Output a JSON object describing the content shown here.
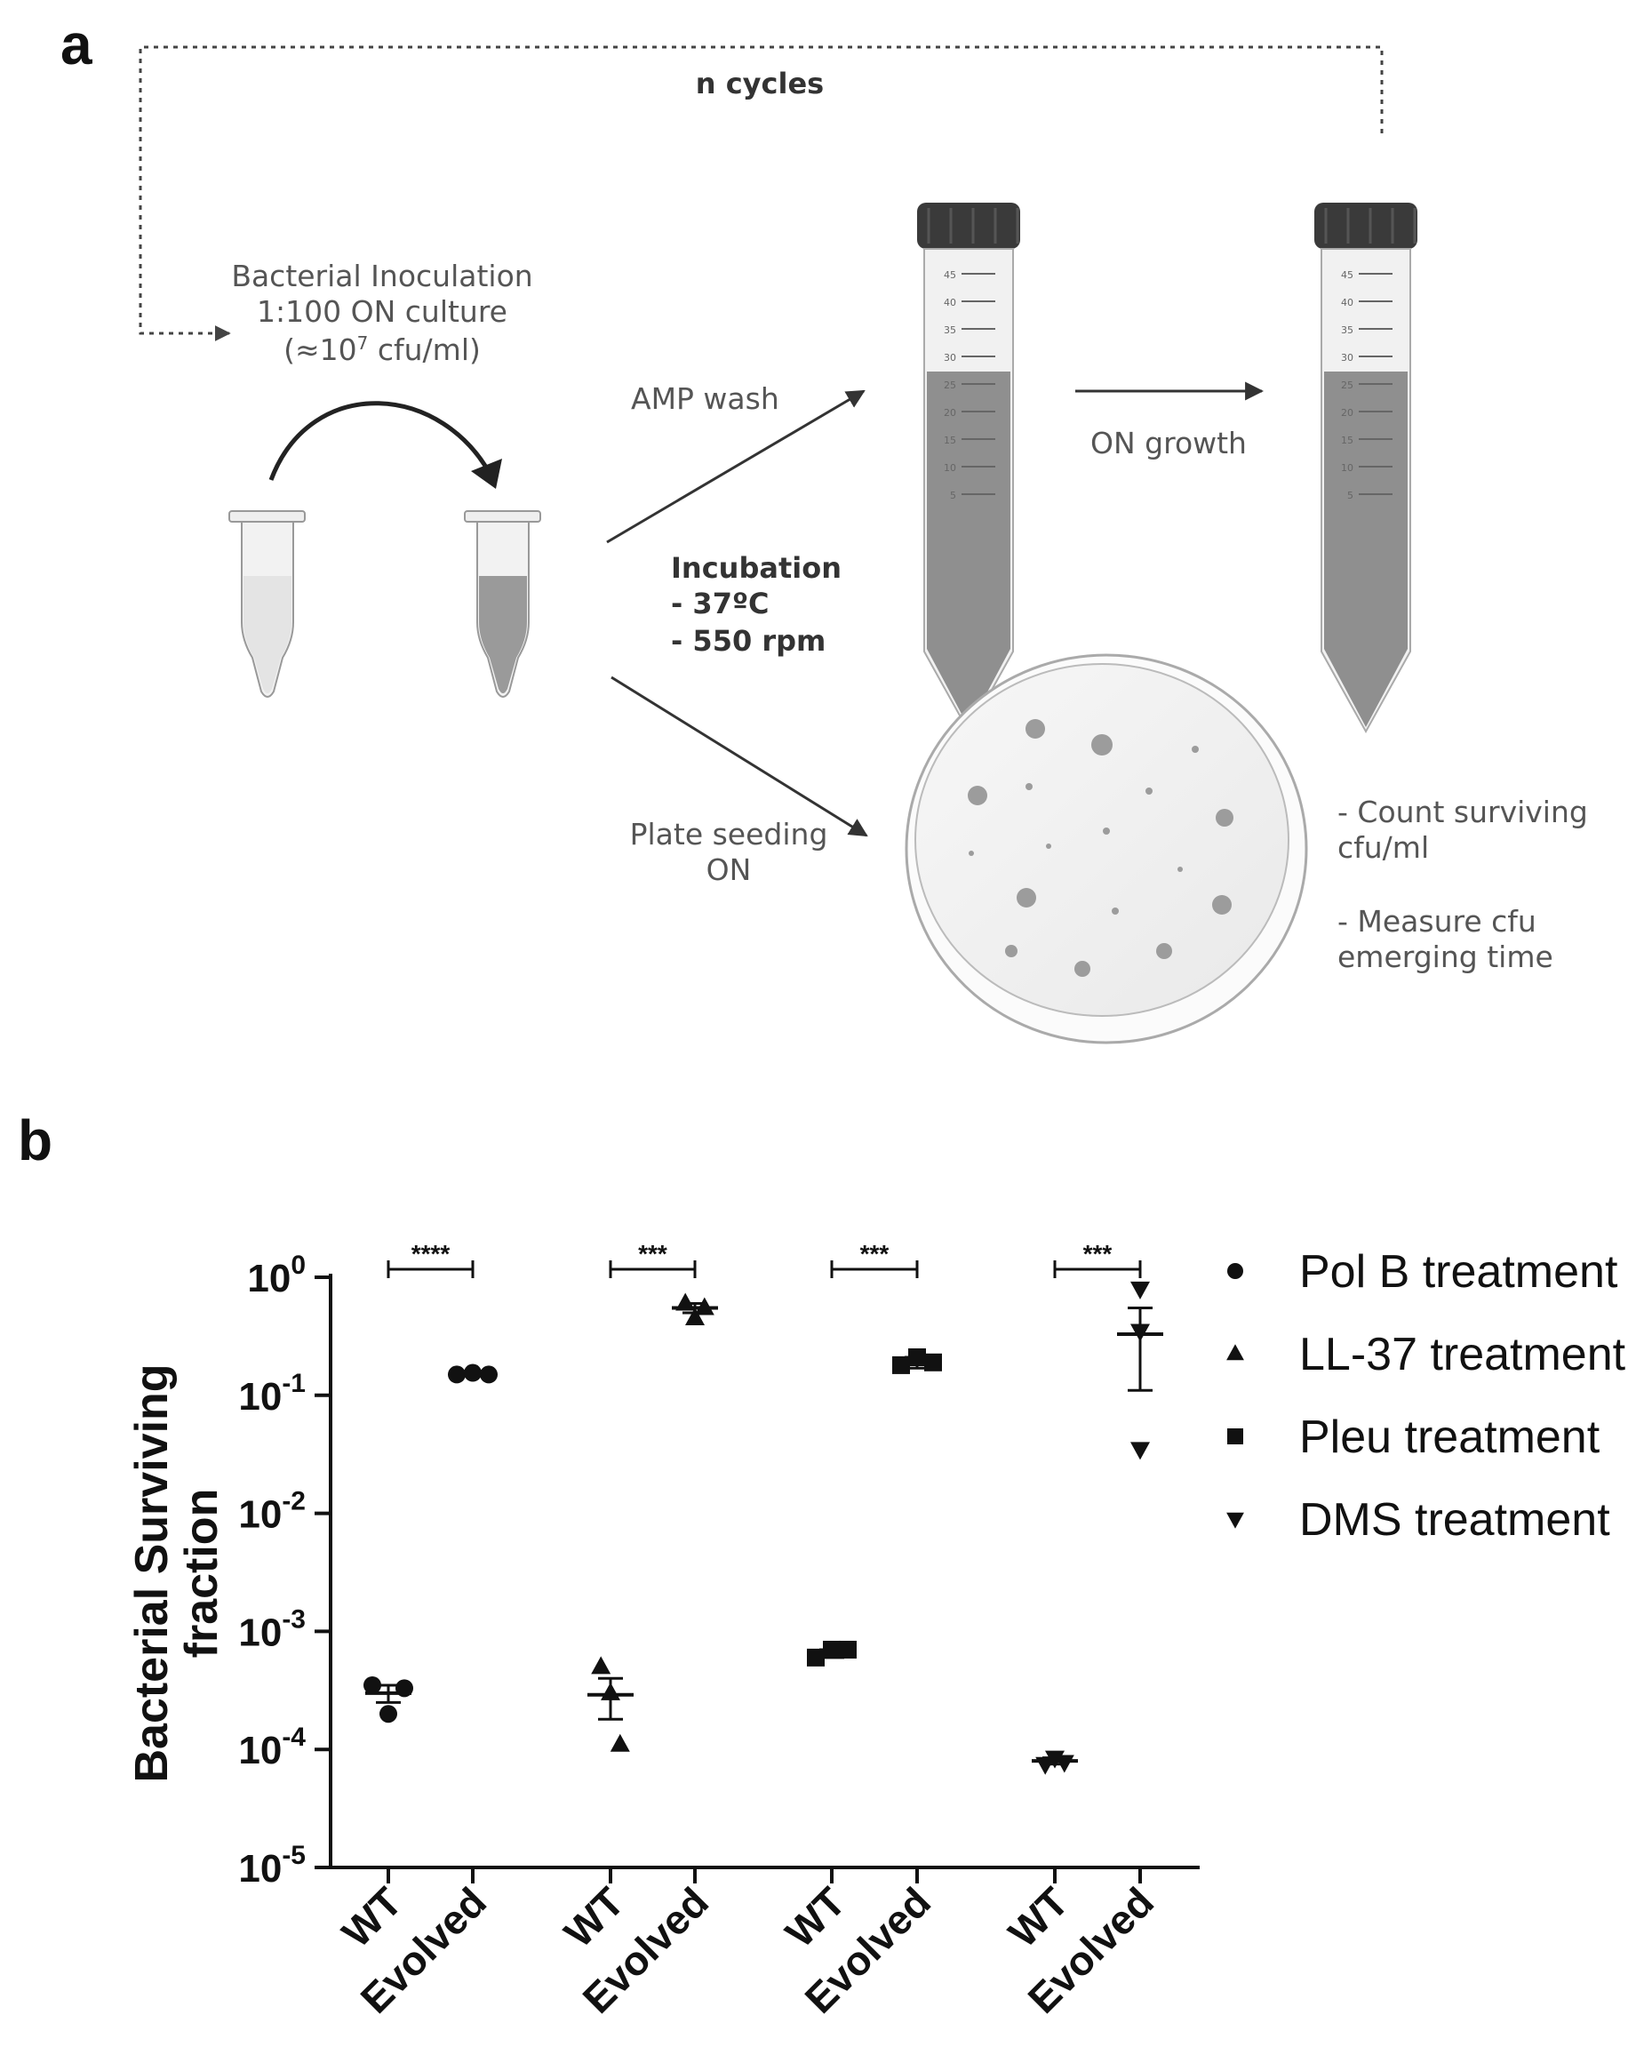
{
  "panel_a": {
    "letter": "a",
    "cycle_label": "n cycles",
    "inoculation": [
      "Bacterial Inoculation",
      "1:100 ON culture",
      "(≈10",
      "7",
      " cfu/ml)"
    ],
    "amp_wash": "AMP wash",
    "on_growth": "ON growth",
    "incubation": [
      "Incubation",
      "- 37ºC",
      "- 550 rpm"
    ],
    "plate_seeding": [
      "Plate seeding",
      "ON"
    ],
    "count_notes": [
      "- Count surviving",
      "cfu/ml",
      "- Measure cfu",
      "emerging time"
    ],
    "tube_scale": [
      "45",
      "40",
      "35",
      "30",
      "25",
      "20",
      "15",
      "10",
      "5"
    ]
  },
  "panel_b": {
    "letter": "b",
    "chart_data": {
      "type": "scatter",
      "ylabel": "Bacterial Surviving fraction",
      "yscale": "log",
      "ylim": [
        1e-05,
        1
      ],
      "y_ticks": [
        {
          "base": "10",
          "exp": "0",
          "value": 1
        },
        {
          "base": "10",
          "exp": "-1",
          "value": 0.1
        },
        {
          "base": "10",
          "exp": "-2",
          "value": 0.01
        },
        {
          "base": "10",
          "exp": "-3",
          "value": 0.001
        },
        {
          "base": "10",
          "exp": "-4",
          "value": 0.0001
        },
        {
          "base": "10",
          "exp": "-5",
          "value": 1e-05
        }
      ],
      "categories": [
        "WT",
        "Evolved",
        "WT",
        "Evolved",
        "WT",
        "Evolved",
        "WT",
        "Evolved"
      ],
      "legend_position": "right",
      "series": [
        {
          "name": "Pol B treatment",
          "marker": "circle",
          "groups": [
            {
              "x": 0,
              "points": [
                0.00035,
                0.0002,
                0.00033
              ],
              "mean": 0.0003,
              "err": [
                0.00025,
                0.00035
              ]
            },
            {
              "x": 1,
              "points": [
                0.15,
                0.155,
                0.15
              ],
              "mean": 0.152,
              "err": [
                0.148,
                0.157
              ]
            }
          ]
        },
        {
          "name": "LL-37 treatment",
          "marker": "triangle-up",
          "groups": [
            {
              "x": 2,
              "points": [
                0.0005,
                0.0003,
                0.00011
              ],
              "mean": 0.00029,
              "err": [
                0.00018,
                0.0004
              ]
            },
            {
              "x": 3,
              "points": [
                0.6,
                0.45,
                0.55
              ],
              "mean": 0.55,
              "err": [
                0.5,
                0.6
              ]
            }
          ]
        },
        {
          "name": "Pleu treatment",
          "marker": "square",
          "groups": [
            {
              "x": 4,
              "points": [
                0.0006,
                0.0007,
                0.0007
              ],
              "mean": 0.00067,
              "err": [
                0.0006,
                0.0007
              ]
            },
            {
              "x": 5,
              "points": [
                0.18,
                0.21,
                0.19
              ],
              "mean": 0.19,
              "err": [
                0.17,
                0.21
              ]
            }
          ]
        },
        {
          "name": "DMS treatment",
          "marker": "triangle-down",
          "groups": [
            {
              "x": 6,
              "points": [
                7.5e-05,
                8.5e-05,
                7.8e-05
              ],
              "mean": 8e-05,
              "err": [
                7.5e-05,
                8.5e-05
              ]
            },
            {
              "x": 7,
              "points": [
                0.8,
                0.35,
                0.035
              ],
              "mean": 0.33,
              "err": [
                0.11,
                0.55
              ]
            }
          ]
        }
      ],
      "significance": [
        {
          "from": 0,
          "to": 1,
          "label": "****"
        },
        {
          "from": 2,
          "to": 3,
          "label": "***"
        },
        {
          "from": 4,
          "to": 5,
          "label": "***"
        },
        {
          "from": 6,
          "to": 7,
          "label": "***"
        }
      ]
    }
  }
}
